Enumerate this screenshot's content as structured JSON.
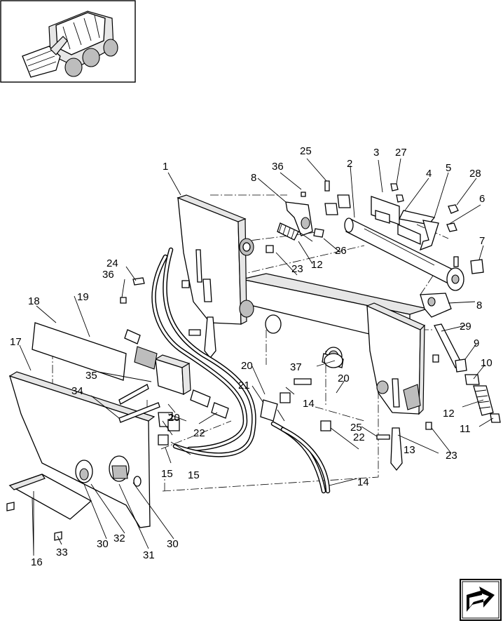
{
  "diagram": {
    "thumbnail_alt": "skid-steer-loader-thumbnail",
    "callouts": [
      "1",
      "2",
      "3",
      "4",
      "5",
      "6",
      "7",
      "8",
      "8",
      "9",
      "10",
      "11",
      "12",
      "12",
      "13",
      "14",
      "14",
      "15",
      "15",
      "16",
      "17",
      "18",
      "19",
      "20",
      "20",
      "20",
      "21",
      "22",
      "22",
      "23",
      "23",
      "24",
      "25",
      "25",
      "26",
      "27",
      "28",
      "29",
      "30",
      "30",
      "31",
      "32",
      "33",
      "34",
      "35",
      "36",
      "36",
      "37"
    ]
  },
  "nav": {
    "icon": "next-page-arrow-icon"
  }
}
